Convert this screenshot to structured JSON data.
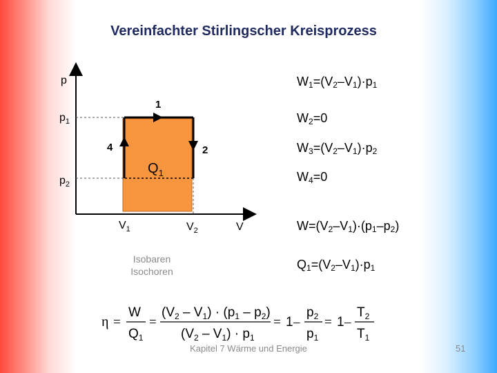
{
  "slide": {
    "title": "Vereinfachter Stirlingscher Kreisprozess",
    "footer": "Kapitel 7 Wärme und Energie",
    "page_number": "51"
  },
  "diagram": {
    "axis_y_label": "p",
    "axis_x_label": "V",
    "tick_p1": "p1",
    "tick_p2": "p2",
    "tick_v1": "V1",
    "tick_v2": "V2",
    "state_1": "1",
    "state_2": "2",
    "state_4": "4",
    "heat_label": "Q1",
    "legend_isobaren": "Isobaren",
    "legend_isochoren": "Isochoren"
  },
  "formulas": {
    "w1": "W1=(V2–V1)·p1",
    "w2": "W2=0",
    "w3": "W3=(V2–V1)·p2",
    "w4": "W4=0",
    "w_total": "W=(V2–V1)·(p1–p2)",
    "q1": "Q1=(V2–V1)·p1"
  },
  "efficiency": {
    "eta": "η",
    "w": "W",
    "q1": "Q1",
    "numerator": "(V2 – V1) · (p1 – p2)",
    "denominator": "(V2 – V1) · p1",
    "one": "1",
    "p2": "p2",
    "p1": "p1",
    "t2": "T2",
    "t1": "T1"
  },
  "colors": {
    "fill": "#f7963e",
    "title": "#1f2a60",
    "gray_text": "#8a8a8a"
  }
}
